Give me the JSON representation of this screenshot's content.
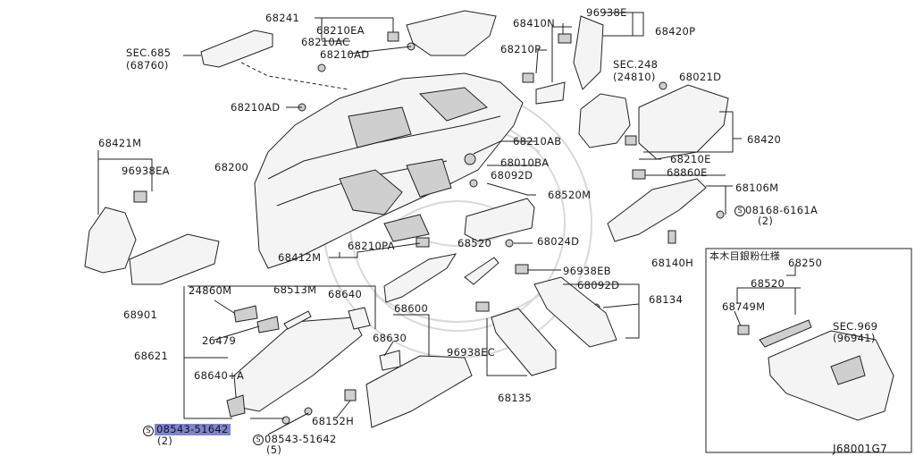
{
  "diagram_id": "J68001G7",
  "labels": {
    "l68241": "68241",
    "l68210EA": "68210EA",
    "l68210AC": "68210AC",
    "l68210AD_top": "68210AD",
    "lSEC685": "SEC.685",
    "l68760": "(68760)",
    "l68410N": "68410N",
    "l96938E": "96938E",
    "l68420P": "68420P",
    "l68210P": "68210P",
    "lSEC248": "SEC.248",
    "l24810": "(24810)",
    "l68021D": "68021D",
    "l68210AD_left": "68210AD",
    "l68420": "68420",
    "l68421M": "68421M",
    "l96938EA": "96938EA",
    "l68210AB": "68210AB",
    "l68200": "68200",
    "l68010BA": "68010BA",
    "l68210E": "68210E",
    "l68092D_a": "68092D",
    "l68860E": "68860E",
    "l68520M": "68520M",
    "l68106M": "68106M",
    "l08168": "08168-6161A",
    "l08168q": "(2)",
    "l68520": "68520",
    "l68024D": "68024D",
    "l68412M": "68412M",
    "l68210PA": "68210PA",
    "l68140H": "68140H",
    "l96938EB": "96938EB",
    "l68092D_b": "68092D",
    "l68134": "68134",
    "l68901": "68901",
    "l24860M": "24860M",
    "l68513M": "68513M",
    "l68640": "68640",
    "l68600": "68600",
    "l68621": "68621",
    "l26479": "26479",
    "l68630": "68630",
    "l96938EC": "96938EC",
    "l68640A": "68640+A",
    "l68135": "68135",
    "l68152H": "68152H",
    "l08543a": "08543-51642",
    "l08543a_q": "(2)",
    "l08543b": "08543-51642",
    "l08543b_q": "(5)",
    "inset_title": "本木目銀粉仕様",
    "l68250": "68250",
    "l68520_inset": "68520",
    "l68749M": "68749M",
    "lSEC969": "SEC.969",
    "l96941": "(96941)",
    "ring_s": "S"
  },
  "highlight": {
    "label": "l08543a",
    "color": "#7e86c8"
  }
}
